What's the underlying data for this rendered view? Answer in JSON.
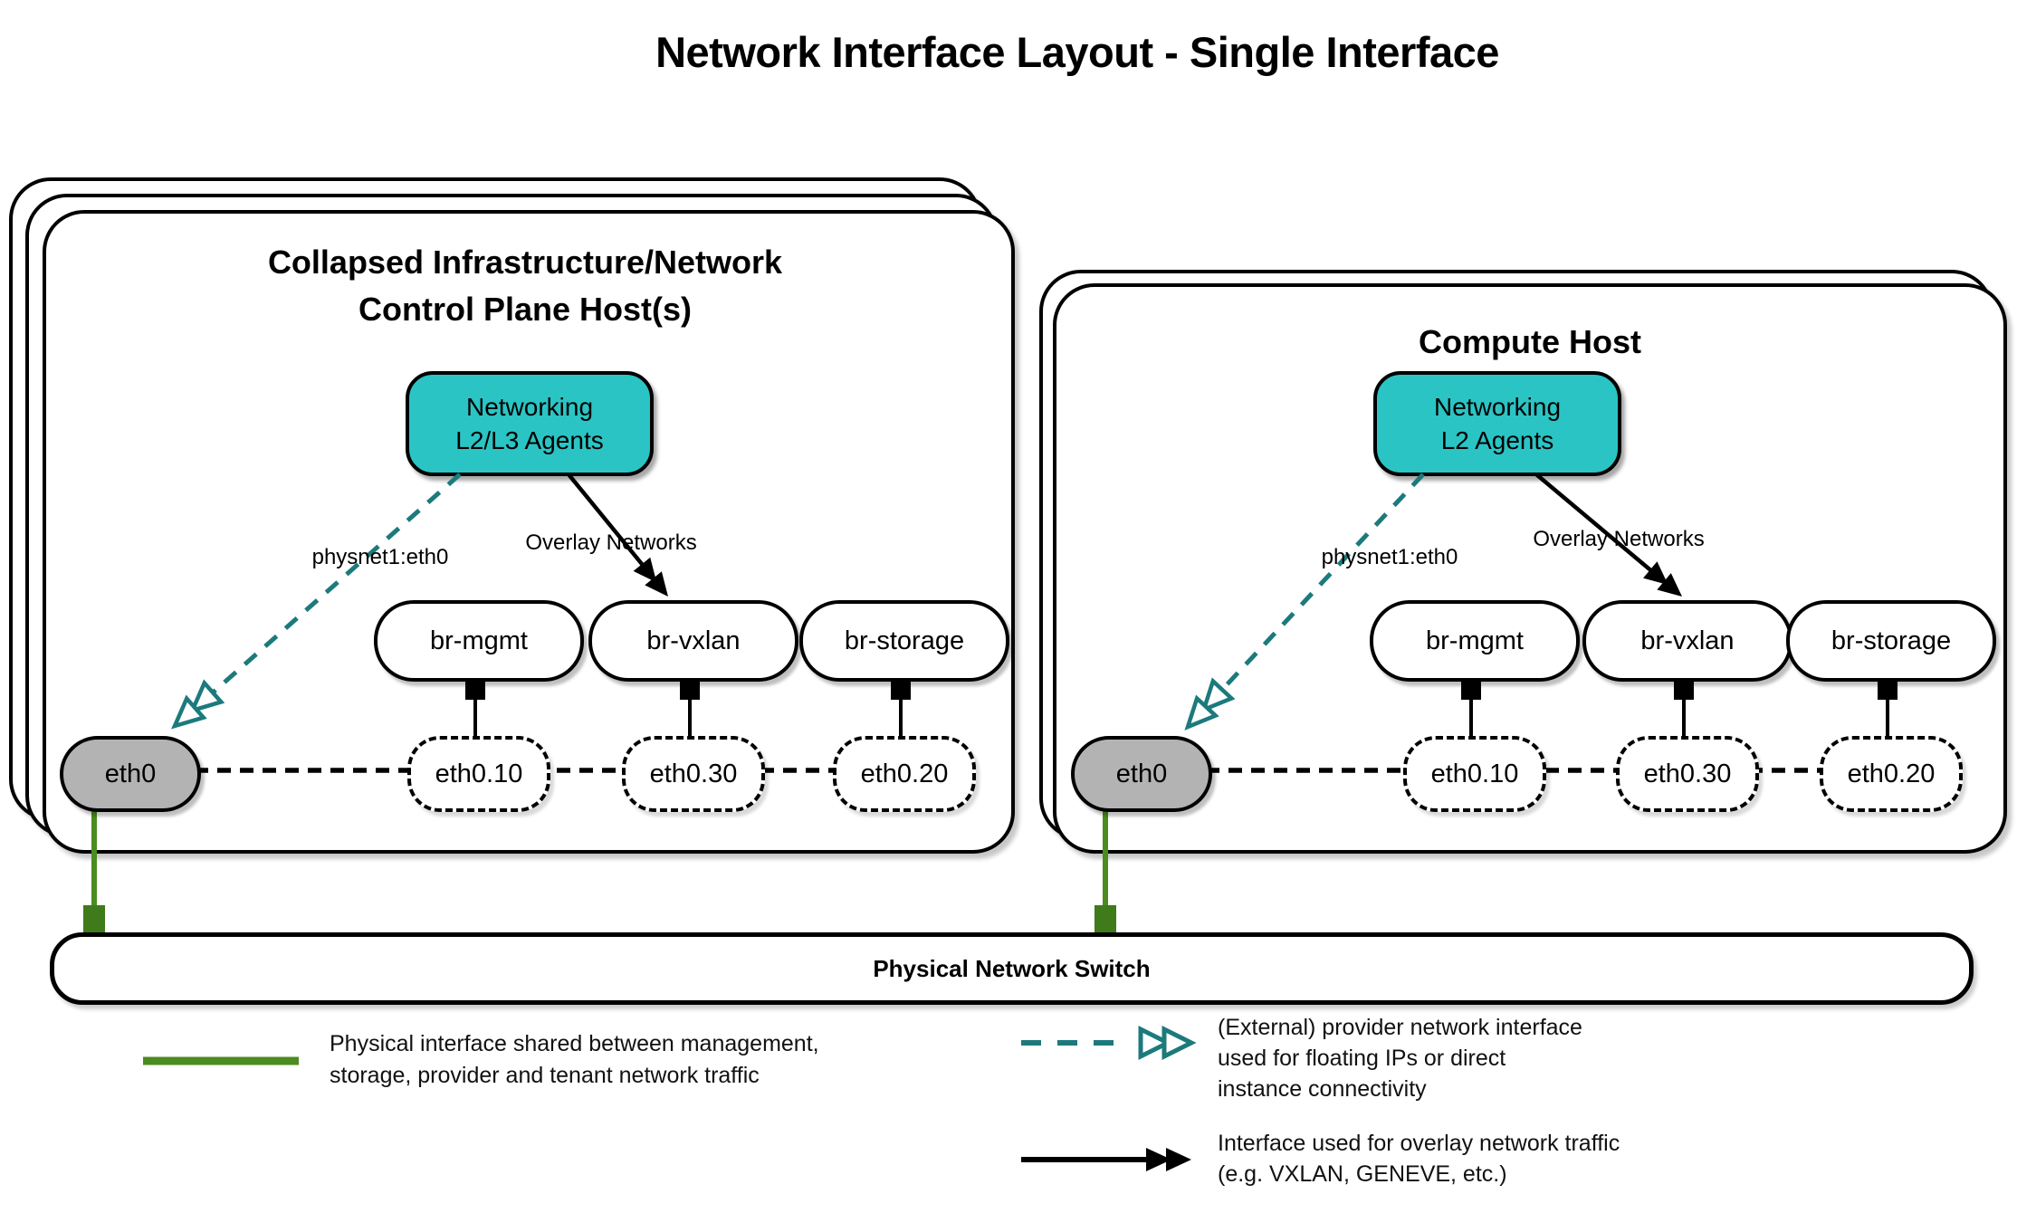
{
  "title": "Network Interface Layout - Single Interface",
  "hosts": [
    {
      "title_line1": "Collapsed Infrastructure/Network",
      "title_line2": "Control Plane Host(s)",
      "agent_line1": "Networking",
      "agent_line2": "L2/L3 Agents",
      "provider_edge_label": "physnet1:eth0",
      "overlay_edge_label": "Overlay Networks",
      "bridges": [
        {
          "label": "br-mgmt"
        },
        {
          "label": "br-vxlan"
        },
        {
          "label": "br-storage"
        }
      ],
      "physical_interface": {
        "label": "eth0"
      },
      "subinterfaces": [
        {
          "label": "eth0.10"
        },
        {
          "label": "eth0.30"
        },
        {
          "label": "eth0.20"
        }
      ]
    },
    {
      "title_line1": "Compute Host",
      "title_line2": "",
      "agent_line1": "Networking",
      "agent_line2": "L2 Agents",
      "provider_edge_label": "physnet1:eth0",
      "overlay_edge_label": "Overlay Networks",
      "bridges": [
        {
          "label": "br-mgmt"
        },
        {
          "label": "br-vxlan"
        },
        {
          "label": "br-storage"
        }
      ],
      "physical_interface": {
        "label": "eth0"
      },
      "subinterfaces": [
        {
          "label": "eth0.10"
        },
        {
          "label": "eth0.30"
        },
        {
          "label": "eth0.20"
        }
      ]
    }
  ],
  "switch_bar": {
    "label": "Physical Network Switch"
  },
  "legend": {
    "items": [
      {
        "symbol": "green-solid-line",
        "lines": [
          "Physical interface shared between management,",
          "storage, provider and tenant network traffic"
        ]
      },
      {
        "symbol": "teal-dashed-double-arrow",
        "lines": [
          "(External) provider network interface",
          "used for floating IPs or direct",
          "instance connectivity"
        ]
      },
      {
        "symbol": "black-solid-double-arrow",
        "lines": [
          "Interface used for overlay network traffic",
          "(e.g. VXLAN, GENEVE, etc.)"
        ]
      }
    ]
  },
  "colors": {
    "agent_fill": "#2bc4c4",
    "provider_arrow_teal": "#1c7a7c",
    "physical_line_green": "#4a8c1f",
    "physical_port_green": "#3f7a1b",
    "interface_fill_gray": "#b3b3b3"
  }
}
